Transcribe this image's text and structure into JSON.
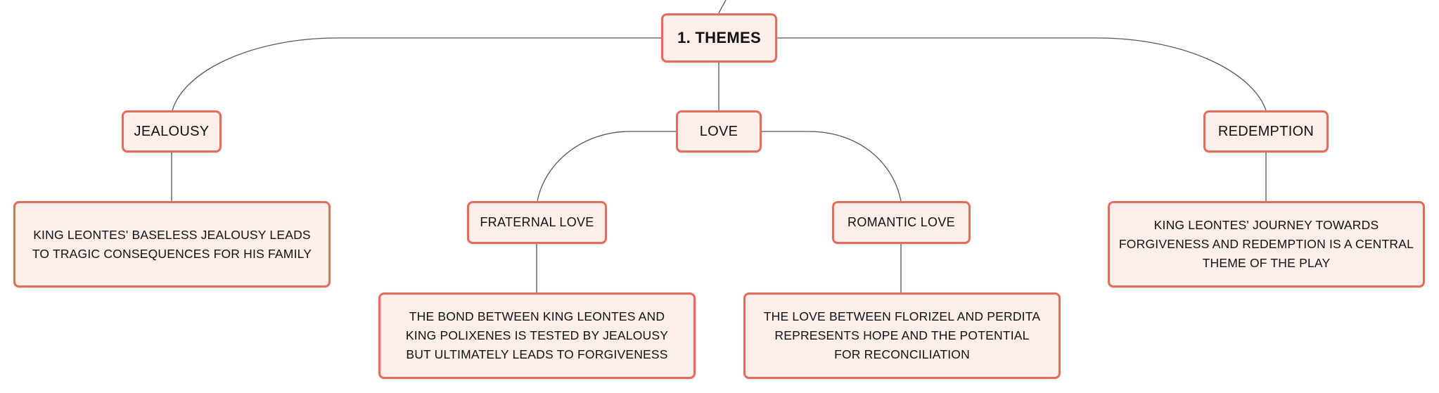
{
  "diagram": {
    "root": {
      "label": "1. THEMES"
    },
    "topics": [
      {
        "label": "JEALOUSY",
        "description": "KING LEONTES' BASELESS JEALOUSY LEADS TO TRAGIC CONSEQUENCES FOR HIS FAMILY"
      },
      {
        "label": "LOVE",
        "subtopics": [
          {
            "label": "FRATERNAL LOVE",
            "description": "THE BOND BETWEEN KING LEONTES AND KING POLIXENES IS TESTED BY JEALOUSY BUT ULTIMATELY LEADS TO FORGIVENESS"
          },
          {
            "label": "ROMANTIC LOVE",
            "description": "THE LOVE BETWEEN FLORIZEL AND PERDITA REPRESENTS HOPE AND THE POTENTIAL FOR RECONCILIATION"
          }
        ]
      },
      {
        "label": "REDEMPTION",
        "description": "KING LEONTES' JOURNEY TOWARDS FORGIVENESS AND REDEMPTION IS A CENTRAL THEME OF THE PLAY"
      }
    ]
  },
  "colors": {
    "node_border": "#e26d5c",
    "node_fill": "#fdeee9",
    "connector": "#555555",
    "text": "#111111"
  }
}
